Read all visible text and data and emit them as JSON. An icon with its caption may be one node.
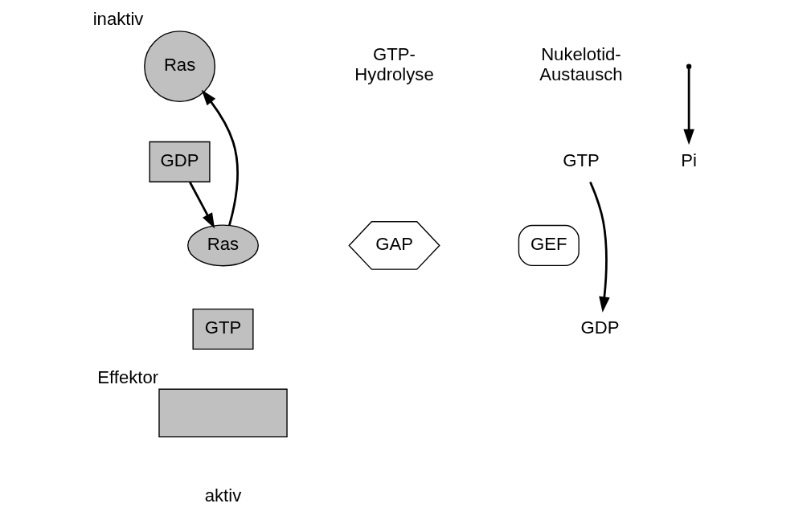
{
  "diagram": {
    "nodes": [
      {
        "text": [
          "Ras"
        ],
        "beside": [
          "inaktiv"
        ]
      },
      {
        "text": [
          "GDP"
        ]
      },
      {
        "text": [
          "Ras"
        ]
      },
      {
        "text": [
          "GTP"
        ]
      },
      {
        "text": [],
        "shape": "box",
        "beside": [
          "Effektor"
        ]
      },
      {
        "text": [
          "GAP"
        ]
      },
      {
        "text": [
          "GEF"
        ]
      },
      {
        "text": [
          "Pi"
        ]
      },
      {
        "text": [
          "GTP"
        ]
      },
      {
        "text": [
          "GDP"
        ]
      }
    ],
    "edges": [
      {
        "from": 1,
        "to": 2,
        "arrow": "to"
      },
      {
        "from": 2,
        "to": 0,
        "arrow": "to"
      },
      {
        "from": null,
        "to": 7,
        "arrow": "to"
      },
      {
        "from": 8,
        "to": 9,
        "arrow": "to"
      }
    ],
    "labels": [
      "GTP- Hydrolyse",
      "Nukelotid- Austausch",
      "aktiv"
    ]
  }
}
